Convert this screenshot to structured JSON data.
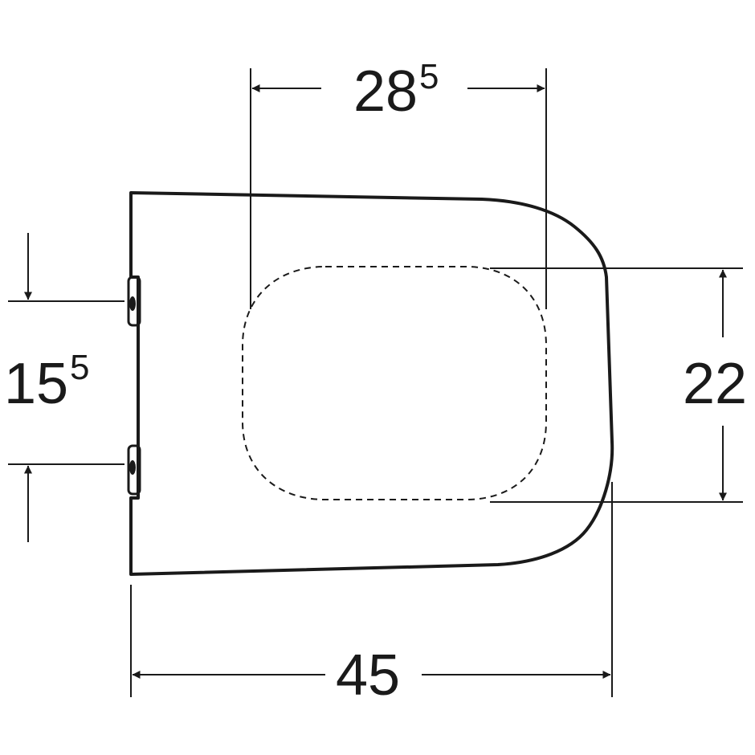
{
  "colors": {
    "stroke": "#1a1a1a",
    "background": "#ffffff"
  },
  "dimensions": {
    "seat_opening_width": {
      "main": "28",
      "sup": "5"
    },
    "seat_opening_depth": {
      "main": "22"
    },
    "hinge_spacing": {
      "main": "15",
      "sup": "5"
    },
    "overall_length": {
      "main": "45"
    }
  }
}
